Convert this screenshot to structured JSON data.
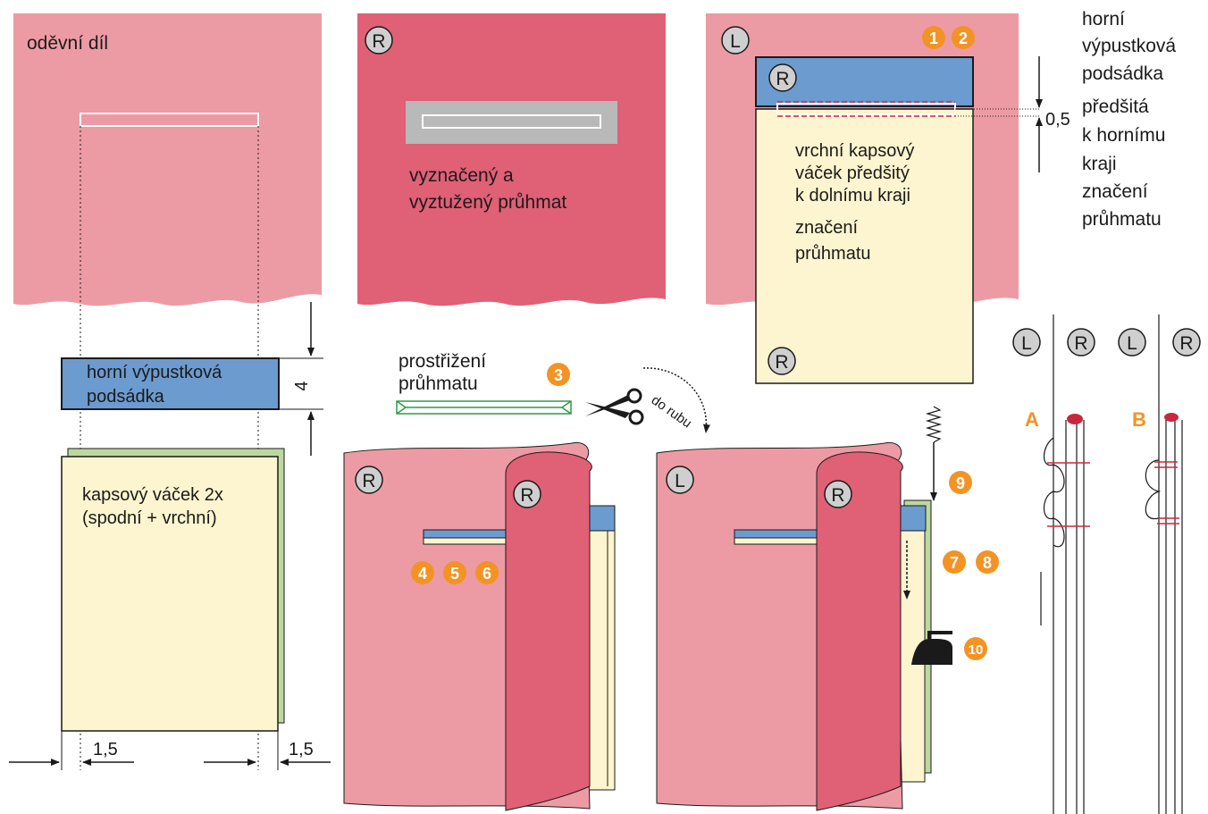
{
  "panel1": {
    "garment_label": "oděvní díl",
    "facing_label": [
      "horní výpustková",
      "podsádka"
    ],
    "facing_height": "4",
    "pocket_label": [
      "kapsový váček 2x",
      "(spodní + vrchní)"
    ],
    "offset_left": "1,5",
    "offset_right": "1,5"
  },
  "panel2": {
    "side": "R",
    "marked_label": [
      "vyznačený a",
      "vyztužený průhmat"
    ]
  },
  "panel3": {
    "side_top": "L",
    "side_facing": "R",
    "side_pocket": "R",
    "steps": [
      "1",
      "2"
    ],
    "seam_allowance": "0,5",
    "pocket_label": [
      "vrchní kapsový",
      "váček předšitý",
      "k dolnímu kraji",
      "značení",
      "průhmatu"
    ],
    "facing_note": [
      "horní",
      "výpustková",
      "podsádka",
      "předšitá",
      "k hornímu",
      "kraji",
      "značení",
      "průhmatu"
    ]
  },
  "cut": {
    "label": [
      "prostřižení",
      "průhmatu"
    ],
    "step": "3",
    "direction": "do rubu",
    "scissors_icon": "scissors-icon"
  },
  "panel4": {
    "side_outer": "R",
    "side_flap": "R",
    "steps": [
      "4",
      "5",
      "6"
    ]
  },
  "panel5": {
    "side_outer": "L",
    "side_flap": "R",
    "steps_a": [
      "7",
      "8"
    ],
    "step_9": "9",
    "step_10": "10",
    "iron_icon": "iron-icon",
    "stitch_icon": "zigzag-stitch-icon"
  },
  "sections": {
    "labels": [
      "L",
      "R",
      "L",
      "R"
    ],
    "a": "A",
    "b": "B"
  },
  "colors": {
    "garment_light": "#ec9ba4",
    "garment_dark": "#e06076",
    "facing": "#6c9bcf",
    "pocket": "#fdf5cf",
    "pocket_under": "#bcd8a0",
    "accent": "#f39324",
    "stitch": "#c8283e",
    "reinforce": "#b9b9b9"
  }
}
